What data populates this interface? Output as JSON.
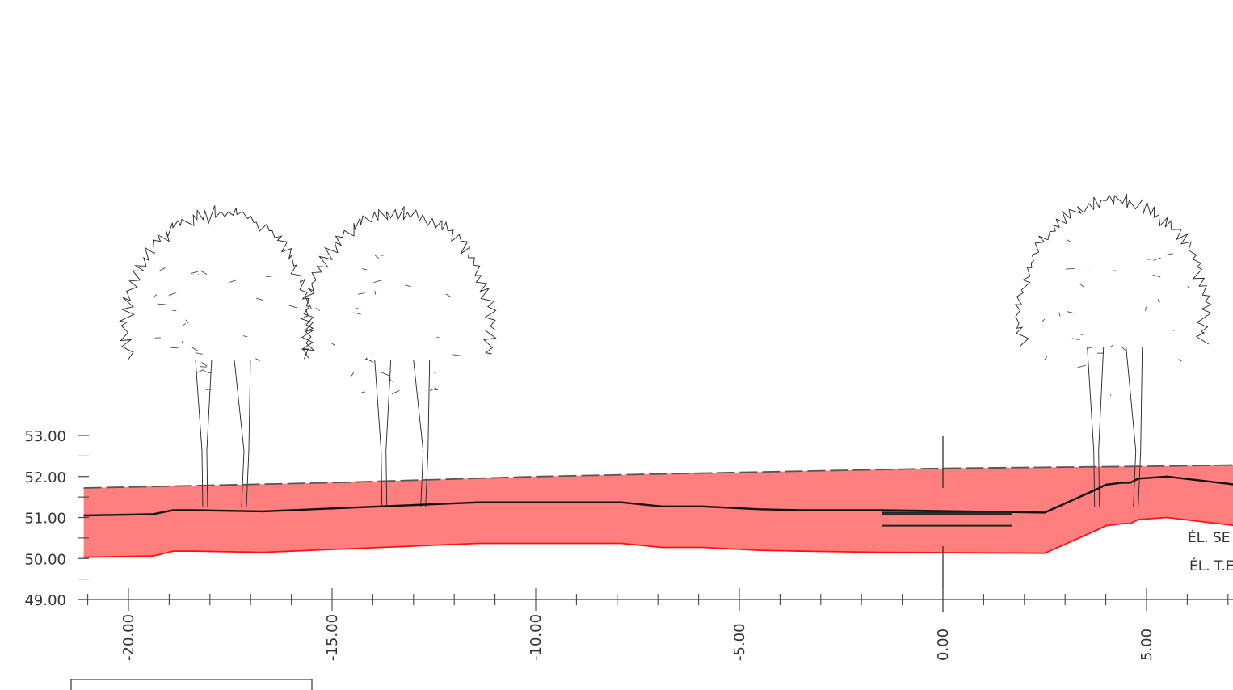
{
  "chart_data": {
    "type": "area",
    "title": "",
    "xlabel": "",
    "ylabel": "",
    "x_ticks": [
      -20,
      -15,
      -10,
      -5,
      0,
      5
    ],
    "x_tick_labels": [
      "-20.00",
      "-15.00",
      "-10.00",
      "-5.00",
      "0.00",
      "5.00"
    ],
    "y_ticks": [
      49,
      50,
      51,
      52,
      53
    ],
    "y_tick_labels": [
      "49.00",
      "50.00",
      "51.00",
      "52.00",
      "53.00"
    ],
    "xlim": [
      -21.1,
      7.2
    ],
    "ylim": [
      48.9,
      53.2
    ],
    "grid": false,
    "series": [
      {
        "name": "",
        "line_style": "dashed",
        "color": "#555555",
        "x": [
          -21.1,
          -15,
          -10,
          -5,
          0,
          5,
          7.2
        ],
        "y": [
          51.72,
          51.85,
          52.0,
          52.1,
          52.2,
          52.25,
          52.28
        ]
      },
      {
        "name": "",
        "line_style": "solid",
        "color": "#111111",
        "x": [
          -21.1,
          -19.4,
          -18.9,
          -18.4,
          -16.7,
          -11.4,
          -7.9,
          -6.9,
          -6.4,
          -5.9,
          -5.5,
          -4.5,
          -3.5,
          -1.5,
          2.5,
          3.8,
          4.0,
          4.4,
          4.6,
          4.8,
          5.5,
          7.2
        ],
        "y": [
          51.05,
          51.08,
          51.18,
          51.18,
          51.15,
          51.37,
          51.37,
          51.27,
          51.27,
          51.27,
          51.25,
          51.2,
          51.18,
          51.18,
          51.12,
          51.7,
          51.8,
          51.85,
          51.85,
          51.95,
          52.0,
          51.8
        ]
      },
      {
        "name": "",
        "line_style": "solid",
        "color": "#ff1111",
        "x": [
          -21.1,
          -19.4,
          -18.9,
          -18.4,
          -16.7,
          -11.4,
          -7.9,
          -6.9,
          -6.4,
          -5.9,
          -5.5,
          -4.5,
          -3.5,
          -1.5,
          2.5,
          3.8,
          4.0,
          4.4,
          4.6,
          4.8,
          5.5,
          7.2
        ],
        "y": [
          50.03,
          50.06,
          50.18,
          50.18,
          50.15,
          50.37,
          50.37,
          50.27,
          50.27,
          50.27,
          50.25,
          50.2,
          50.18,
          50.15,
          50.13,
          50.7,
          50.8,
          50.85,
          50.85,
          50.95,
          51.0,
          50.8
        ]
      }
    ],
    "fill": {
      "color": "#ff7f7f",
      "between": "top-dashed and red bottom"
    },
    "structure_lines": [
      {
        "x": [
          -1.5,
          1.7
        ],
        "y": 51.12
      },
      {
        "x": [
          -1.5,
          1.7
        ],
        "y": 51.08
      },
      {
        "x": [
          -1.5,
          1.7
        ],
        "y": 50.8
      }
    ],
    "centerline_x": 0,
    "trees_at_x": [
      -17.6,
      -13.2,
      4.3
    ],
    "annotations": [
      "ÉL. SE",
      "ÉL. T.E"
    ]
  }
}
